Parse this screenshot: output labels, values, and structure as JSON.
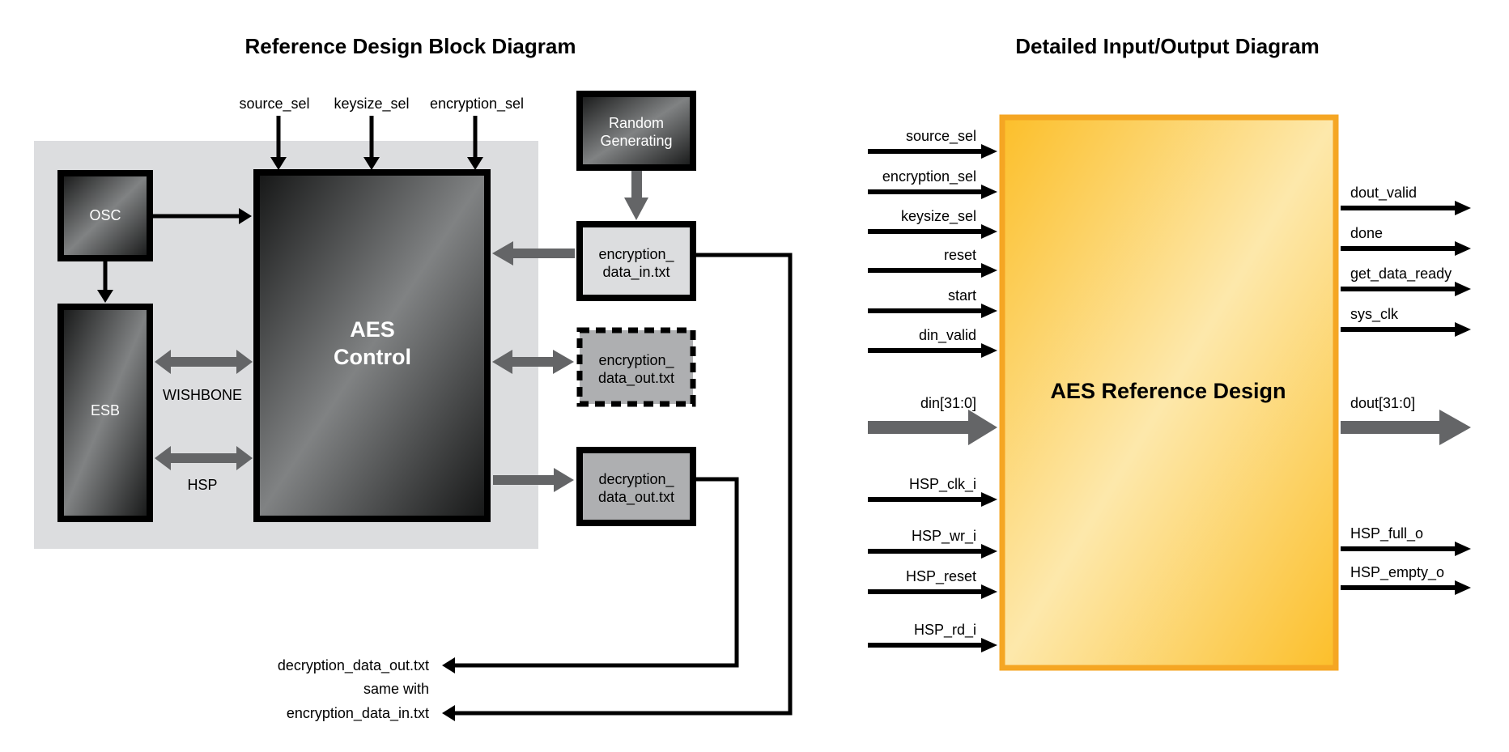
{
  "block_diagram": {
    "title": "Reference Design Block Diagram",
    "top_inputs": [
      "source_sel",
      "keysize_sel",
      "encryption_sel"
    ],
    "blocks": {
      "osc": "OSC",
      "esb": "ESB",
      "aes_control": [
        "AES",
        "Control"
      ],
      "random": [
        "Random",
        "Generating"
      ],
      "enc_in": [
        "encryption_",
        "data_in.txt"
      ],
      "enc_out": [
        "encryption_",
        "data_out.txt"
      ],
      "dec_out": [
        "decryption_",
        "data_out.txt"
      ]
    },
    "bus_labels": {
      "wishbone": "WISHBONE",
      "hsp": "HSP"
    },
    "notes": [
      "decryption_data_out.txt",
      "same with",
      "encryption_data_in.txt"
    ]
  },
  "io_diagram": {
    "title": "Detailed Input/Output Diagram",
    "core_label": "AES Reference Design",
    "inputs": [
      "source_sel",
      "encryption_sel",
      "keysize_sel",
      "reset",
      "start",
      "din_valid",
      "din[31:0]",
      "HSP_clk_i",
      "HSP_wr_i",
      "HSP_reset",
      "HSP_rd_i"
    ],
    "outputs": [
      "dout_valid",
      "done",
      "get_data_ready",
      "sys_clk",
      "dout[31:0]",
      "HSP_full_o",
      "HSP_empty_o"
    ]
  },
  "colors": {
    "panel": "#dcdddf",
    "bus_arrow": "#646567",
    "core_border": "#f5a623",
    "core_fill_light": "#fde6a6",
    "core_fill_dark": "#fcc02e"
  }
}
